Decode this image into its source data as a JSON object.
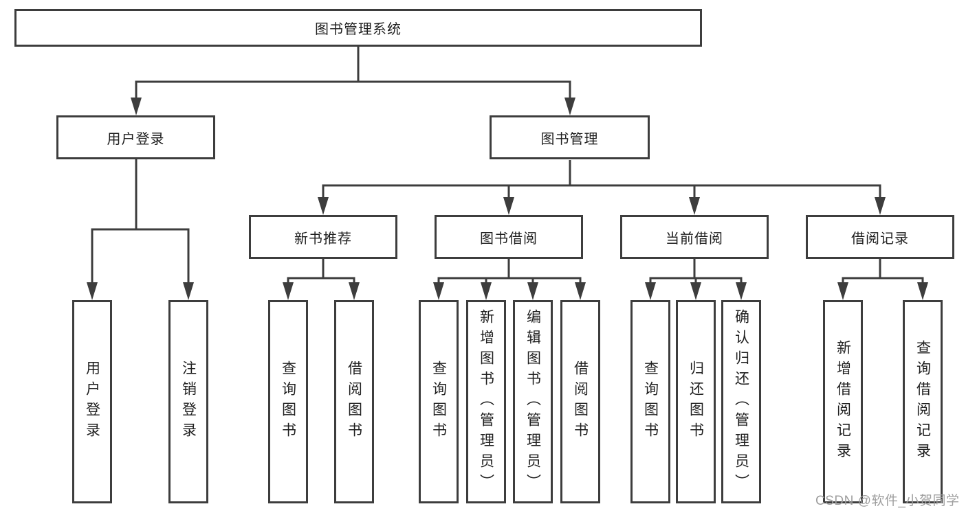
{
  "colors": {
    "background": "#ffffff",
    "line": "#3d3d3d",
    "box_border": "#3d3d3d",
    "box_fill": "#ffffff",
    "text": "#1f1f1f",
    "watermark": "#9e9e9e"
  },
  "tree": {
    "root": {
      "label": "图书管理系统"
    },
    "level2": [
      {
        "label": "用户登录",
        "children": [
          {
            "label": "用户登录"
          },
          {
            "label": "注销登录"
          }
        ]
      },
      {
        "label": "图书管理",
        "children": [
          {
            "label": "新书推荐",
            "children": [
              {
                "label": "查询图书"
              },
              {
                "label": "借阅图书"
              }
            ]
          },
          {
            "label": "图书借阅",
            "children": [
              {
                "label": "查询图书"
              },
              {
                "label": "新增图书（管理员）"
              },
              {
                "label": "编辑图书（管理员）"
              },
              {
                "label": "借阅图书"
              }
            ]
          },
          {
            "label": "当前借阅",
            "children": [
              {
                "label": "查询图书"
              },
              {
                "label": "归还图书"
              },
              {
                "label": "确认归还（管理员）"
              }
            ]
          },
          {
            "label": "借阅记录",
            "children": [
              {
                "label": "新增借阅记录"
              },
              {
                "label": "查询借阅记录"
              }
            ]
          }
        ]
      }
    ]
  },
  "watermark": {
    "text": "CSDN @软件_小贺同学"
  }
}
